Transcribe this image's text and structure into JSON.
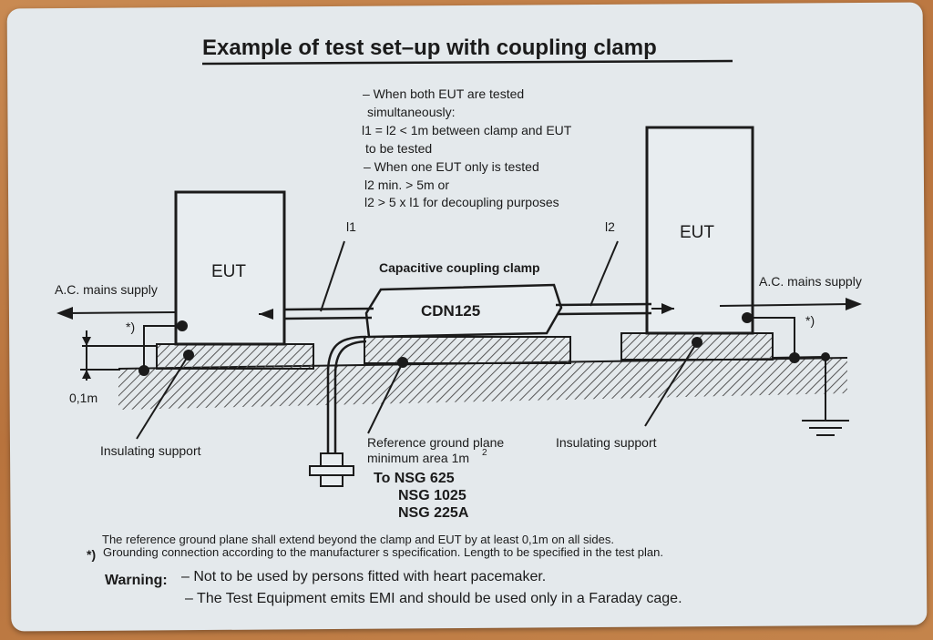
{
  "title": "Example of test set–up with coupling clamp",
  "note_lines": [
    "– When both EUT are tested",
    "simultaneously:",
    "l1 = l2 < 1m between clamp and EUT",
    "to be tested",
    "– When one EUT only is tested",
    "l2 min. > 5m or",
    "l2 > 5 x l1 for decoupling purposes"
  ],
  "labels": {
    "eut_left": "EUT",
    "eut_right": "EUT",
    "ac_left": "A.C. mains supply",
    "ac_right": "A.C. mains supply",
    "l1": "l1",
    "l2": "l2",
    "clamp_title": "Capacitive coupling clamp",
    "clamp_name": "CDN125",
    "star_left": "*)",
    "star_right": "*)",
    "height": "0,1m",
    "insulating_left": "Insulating support",
    "insulating_right": "Insulating support",
    "ground_plane_1": "Reference ground plane",
    "ground_plane_2": "minimum area 1m",
    "ground_plane_sup": "2",
    "to_nsg": [
      "To NSG 625",
      "NSG 1025",
      "NSG 225A"
    ]
  },
  "footer": {
    "line1": "The reference ground plane shall extend beyond the clamp and EUT by at least 0,1m on all sides.",
    "star": "*)",
    "line2": "Grounding connection according to the manufacturer s specification. Length to be specified in the test plan.",
    "warning_label": "Warning:",
    "warning_1": "– Not to be used by persons fitted with heart pacemaker.",
    "warning_2": "– The Test Equipment emits EMI and should be used only in a Faraday cage."
  }
}
